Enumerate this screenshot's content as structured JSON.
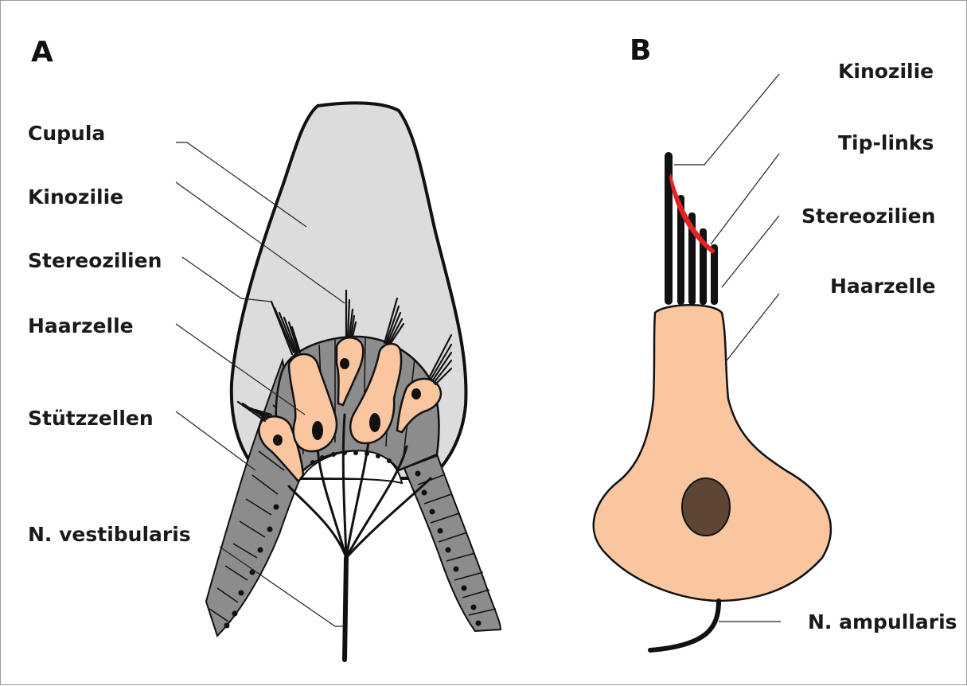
{
  "panels": {
    "a": {
      "letter": "A",
      "labels": {
        "cupula": "Cupula",
        "kinozilie": "Kinozilie",
        "stereozilien": "Stereozilien",
        "haarzelle": "Haarzelle",
        "stuetzzellen": "Stützzellen",
        "nerve": "N. vestibularis"
      }
    },
    "b": {
      "letter": "B",
      "labels": {
        "kinozilie": "Kinozilie",
        "tiplinks": "Tip-links",
        "stereozilien": "Stereozilien",
        "haarzelle": "Haarzelle",
        "nerve": "N. ampullaris"
      }
    }
  },
  "colors": {
    "cupula": "#dcdcde",
    "support_cells": "#8c8c8c",
    "hair_cell": "#f9c6a0",
    "nucleus_b": "#5e4637",
    "tip_links": "#e32222",
    "outline": "#111111"
  }
}
